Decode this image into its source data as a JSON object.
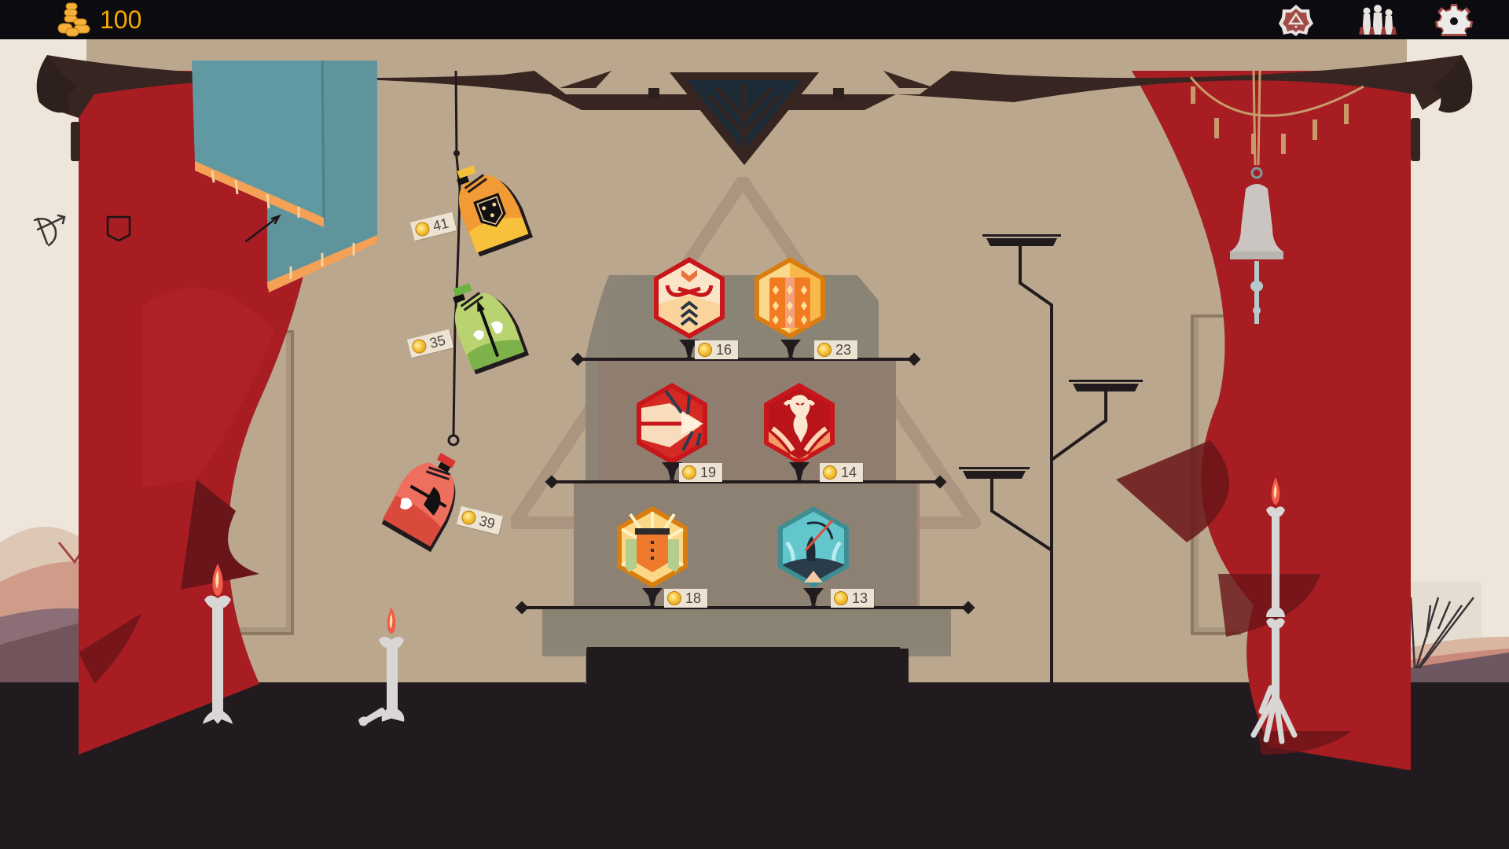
{
  "header": {
    "coins": "100",
    "icons": [
      {
        "name": "rune-icon",
        "label": "rune"
      },
      {
        "name": "party-icon",
        "label": "party"
      },
      {
        "name": "settings-gear-icon",
        "label": "settings"
      }
    ]
  },
  "side_icons": {
    "bow": "bow-icon",
    "shield": "shield-icon",
    "arrow": "arrow-icon"
  },
  "potions": [
    {
      "name": "orange-shield-potion",
      "price": "41",
      "color": "#f39a2f",
      "emblem": "shield"
    },
    {
      "name": "green-spear-potion",
      "price": "35",
      "color": "#9cc35a",
      "emblem": "spear"
    },
    {
      "name": "red-axe-potion",
      "price": "39",
      "color": "#e8574a",
      "emblem": "axe"
    }
  ],
  "shelves": [
    {
      "items": [
        {
          "name": "dual-axes-upgrade",
          "price": "16",
          "border": "#c8161b",
          "fill": "#fbe5c8"
        },
        {
          "name": "spiked-shield-upgrade",
          "price": "23",
          "border": "#d97d0f",
          "fill": "#fbd98c"
        }
      ]
    },
    {
      "items": [
        {
          "name": "burst-strike-upgrade",
          "price": "19",
          "border": "#c8161b",
          "fill": "#f6d6b5"
        },
        {
          "name": "rage-spirit-upgrade",
          "price": "14",
          "border": "#c8161b",
          "fill": "#b9141a"
        }
      ]
    },
    {
      "items": [
        {
          "name": "fortress-banner-upgrade",
          "price": "18",
          "border": "#d97d0f",
          "fill": "#fbd98c"
        },
        {
          "name": "archer-upgrade",
          "price": "13",
          "border": "#3d8e93",
          "fill": "#62c6cc"
        }
      ]
    }
  ]
}
